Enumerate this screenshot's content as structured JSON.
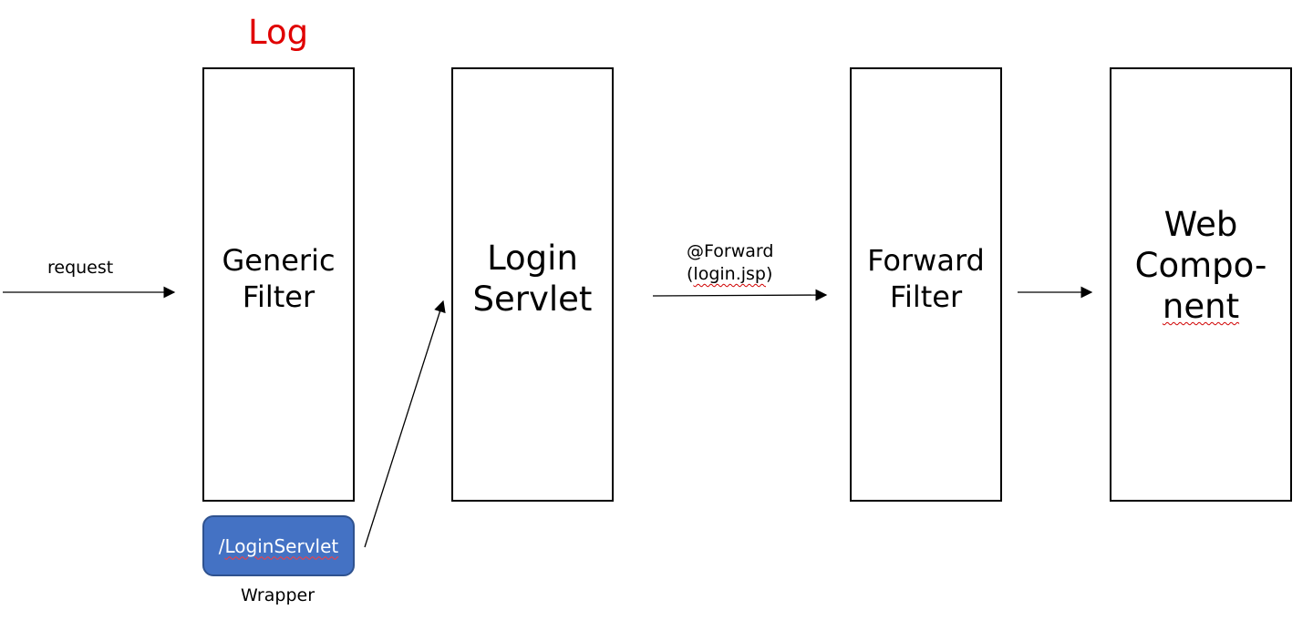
{
  "log_label": "Log",
  "log_color": "#e00000",
  "request_label": "request",
  "generic_filter": {
    "line1": "Generic",
    "line2": "Filter"
  },
  "login_servlet": {
    "line1": "Login",
    "line2": "Servlet"
  },
  "forward_annotation": {
    "line1": "@Forward",
    "line2_pre": "(",
    "line2_link": "login.jsp",
    "line2_post": ")"
  },
  "forward_filter": {
    "line1": "Forward",
    "line2": "Filter"
  },
  "web_component": {
    "line1": "Web",
    "line2": "Compo-",
    "line3": "nent"
  },
  "wrapper_pill": {
    "slash": "/",
    "name": "LoginServlet",
    "fill": "#4472c4"
  },
  "wrapper_label": "Wrapper"
}
